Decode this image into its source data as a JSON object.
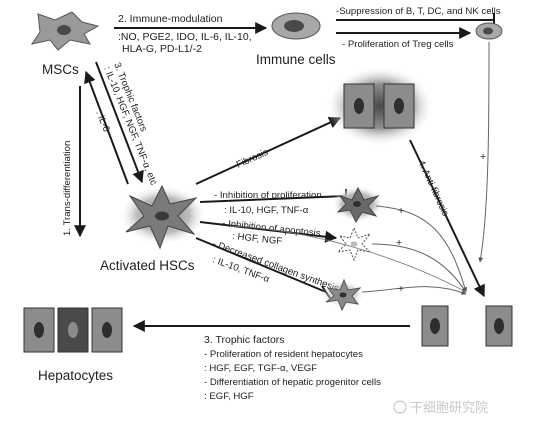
{
  "nodes": {
    "mscs": "MSCs",
    "immune_cells": "Immune cells",
    "activated_hscs": "Activated HSCs",
    "hepatocytes": "Hepatocytes"
  },
  "immunomodulation": {
    "title": "2. Immune-modulation",
    "factors_line1": ":NO, PGE2, IDO, IL-6, IL-10,",
    "factors_line2": "HLA-G, PD-L1/-2"
  },
  "immune_effects": {
    "suppression": "-Suppression of B, T, DC, and NK cells",
    "proliferation_treg": "- Proliferation of Treg cells"
  },
  "trophic_to_hsc": {
    "title": "3. Trophic factors",
    "factors": ": IL-10, HGF, NGF, TNF-α, etc"
  },
  "il6_label": ": IL-6",
  "transdifferentiation": "1. Trans-differentiation",
  "fibrosis": "Fibrosis",
  "antifibrosis": "4. Anti-fibrosis",
  "hsc_effects": {
    "inhibit_prolif": "- Inhibition of proliferation",
    "inhibit_prolif_factors": ": IL-10, HGF, TNF-α",
    "inhibit_apopt": "- Inhibition of apoptosis",
    "inhibit_apopt_factors": ": HGF, NGF",
    "collagen": "- Decreased collagen synthesis",
    "collagen_factors": ": IL-10, TNF-α"
  },
  "plus_sign": "+",
  "trophic_to_hep": {
    "title": "3. Trophic factors",
    "line1": "- Proliferation of resident hepatocytes",
    "line2": ": HGF, EGF, TGF-α, VEGF",
    "line3": "- Differentiation of hepatic progenitor cells",
    "line4": ": EGF, HGF"
  },
  "watermark": "干细胞研究院",
  "colors": {
    "line": "#1a1a1a",
    "cell_fill": "#9a9a9a",
    "cell_dark": "#5a5a5a",
    "hep_fill": "#8c8c8c",
    "hep_dark": "#3c3c3c"
  }
}
